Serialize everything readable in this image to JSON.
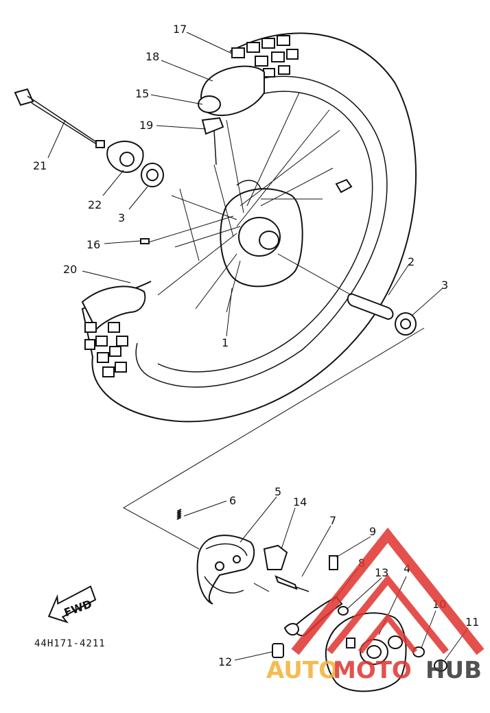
{
  "diagram": {
    "part_code": "44H171-4211",
    "fwd_label": "FWD",
    "callouts": [
      "17",
      "18",
      "15",
      "19",
      "21",
      "22",
      "3",
      "16",
      "20",
      "1",
      "2",
      "3",
      "6",
      "5",
      "14",
      "7",
      "9",
      "8",
      "13",
      "4",
      "10",
      "11",
      "12"
    ]
  },
  "watermark": {
    "word_auto": "AUTO",
    "word_moto": "MOTO",
    "word_hub": "HUB",
    "color_accent": "#e0332f",
    "color_gold": "#f2b134",
    "color_dark": "#333333"
  }
}
